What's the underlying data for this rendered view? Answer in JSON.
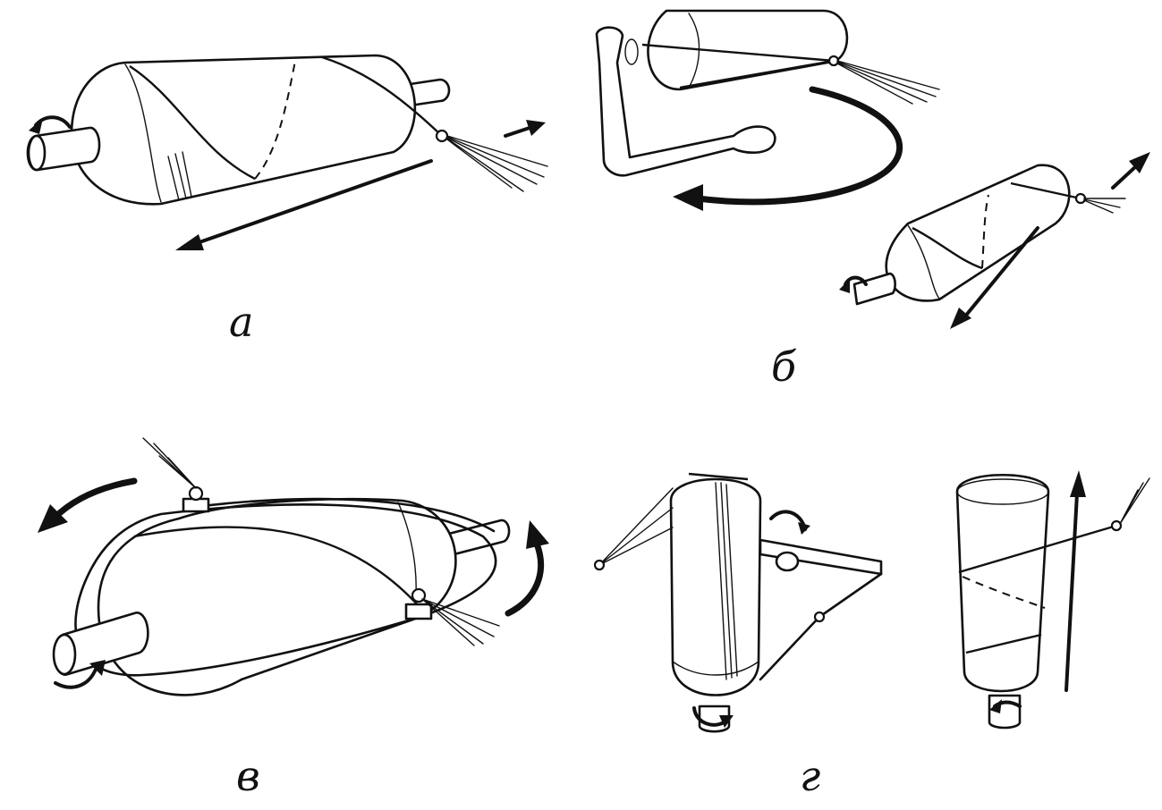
{
  "figure": {
    "panels": [
      {
        "id": "a",
        "label": "а"
      },
      {
        "id": "b",
        "label": "б"
      },
      {
        "id": "v",
        "label": "в"
      },
      {
        "id": "g",
        "label": "г"
      }
    ]
  }
}
